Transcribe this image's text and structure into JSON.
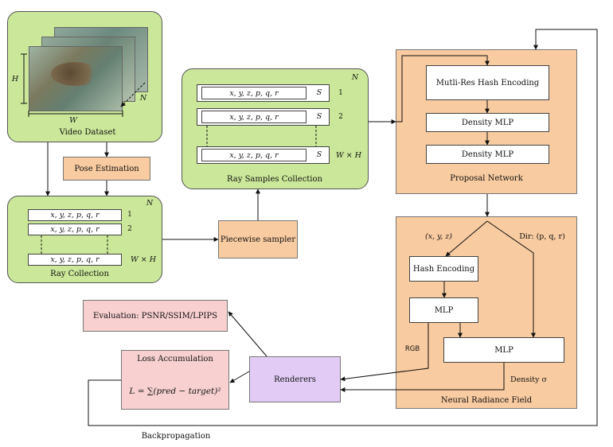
{
  "video_dataset": {
    "caption": "Video Dataset",
    "dim_h": "H",
    "dim_w": "W",
    "dim_n": "N"
  },
  "pose_estimation": {
    "label": "Pose Estimation"
  },
  "ray_collection": {
    "caption": "Ray Collection",
    "n_label": "N",
    "rows": [
      {
        "text": "x, y, z, p, q, r",
        "index": "1"
      },
      {
        "text": "x, y, z, p, q, r",
        "index": "2"
      },
      {
        "text": "x, y, z, p, q, r",
        "index": "W × H"
      }
    ]
  },
  "piecewise_sampler": {
    "label": "Piecewise sampler"
  },
  "ray_samples": {
    "caption": "Ray Samples Collection",
    "n_label": "N",
    "rows": [
      {
        "text": "x, y, z, p, q, r",
        "s": "S",
        "index": "1"
      },
      {
        "text": "x, y, z, p, q, r",
        "s": "S",
        "index": "2"
      },
      {
        "text": "x, y, z, p, q, r",
        "s": "S",
        "index": "W × H"
      }
    ]
  },
  "proposal_network": {
    "caption": "Proposal Network",
    "hash": "Mutli-Res Hash Encoding",
    "density1": "Density MLP",
    "density2": "Density MLP"
  },
  "nerf": {
    "caption": "Neural Radiance Field",
    "xyz_label": "(x, y, z)",
    "dir_label": "Dir: (p, q, r)",
    "hash": "Hash Encoding",
    "mlp1": "MLP",
    "mlp2": "MLP",
    "rgb": "RGB",
    "density": "Density σ"
  },
  "renderers": {
    "label": "Renderers"
  },
  "loss": {
    "title": "Loss Accumulation",
    "formula": "L = ∑(pred − target)²"
  },
  "evaluation": {
    "label": "Evaluation: PSNR/SSIM/LPIPS"
  },
  "backprop": {
    "label": "Backpropagation"
  },
  "colors": {
    "green": "#cbe89a",
    "orange": "#f8cba0",
    "pink": "#f8d0d0",
    "purple": "#e2ccf6"
  }
}
